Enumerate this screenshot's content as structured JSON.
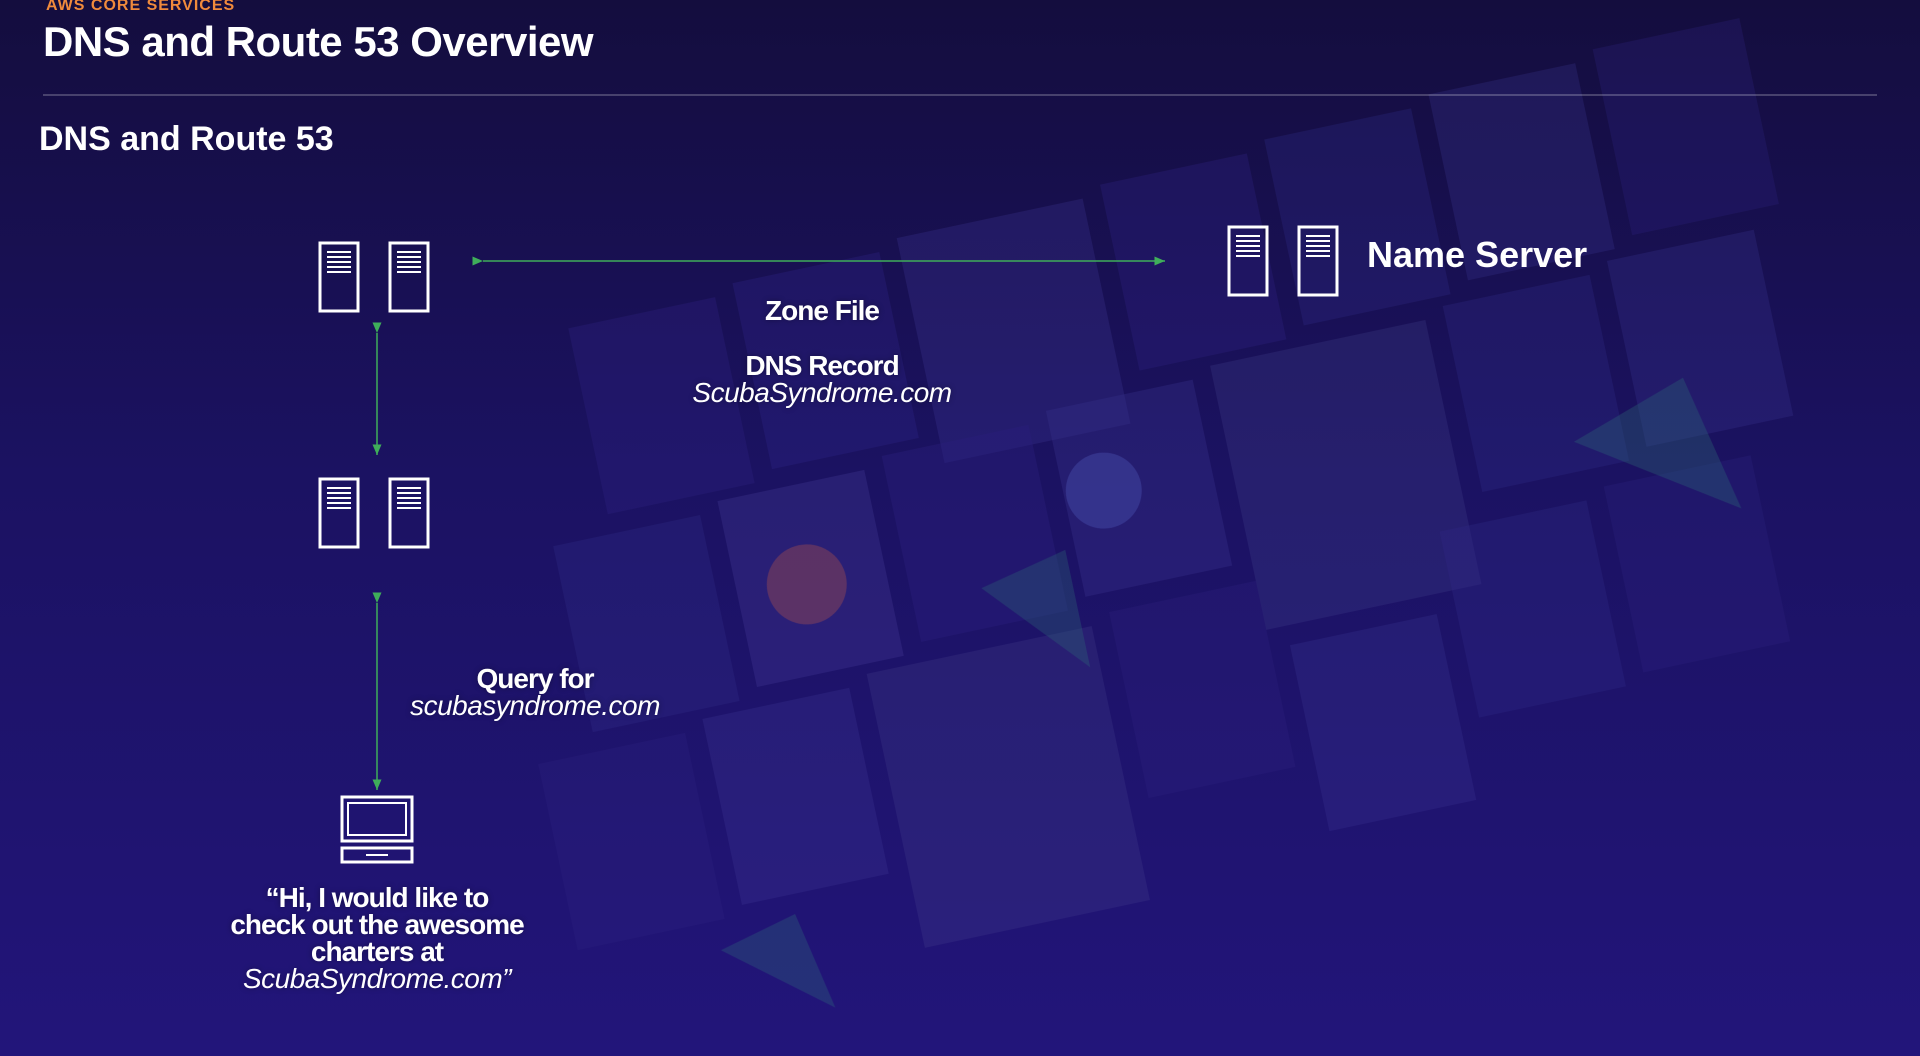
{
  "header": {
    "eyebrow": "AWS CORE SERVICES",
    "title": "DNS and Route 53 Overview"
  },
  "slide": {
    "subtitle": "DNS and Route 53"
  },
  "diagram": {
    "name_server_label": "Name Server",
    "zone_file_label": "Zone File",
    "dns_record_label": "DNS Record",
    "dns_record_domain": "ScubaSyndrome.com",
    "query_label": "Query for",
    "query_domain": "scubasyndrome.com",
    "user_quote_line1": "“Hi, I would like to",
    "user_quote_line2": "check out the awesome",
    "user_quote_line3": "charters at",
    "user_quote_line4": "ScubaSyndrome.com”",
    "icons": [
      "server-icon",
      "laptop-icon"
    ],
    "colors": {
      "accent": "#f08a3c",
      "connector": "#3fae5a",
      "background": "#1b1262"
    }
  }
}
